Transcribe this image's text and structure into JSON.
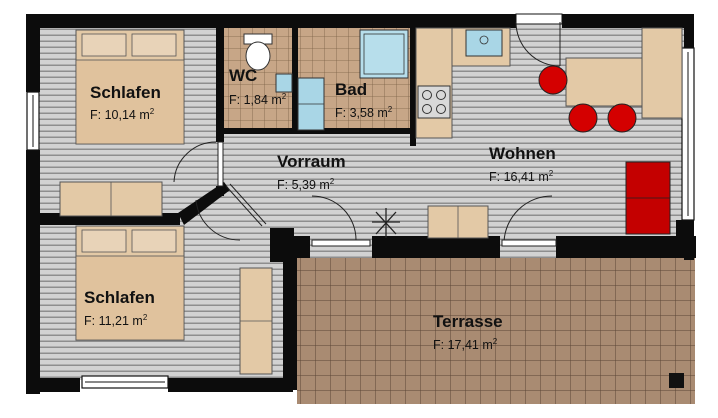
{
  "rooms": [
    {
      "id": "schlafen-1",
      "name": "Schlafen",
      "area": "F:  10,14 m",
      "unit_sup": "2"
    },
    {
      "id": "wc",
      "name": "WC",
      "area": "F: 1,84 m",
      "unit_sup": "2"
    },
    {
      "id": "bad",
      "name": "Bad",
      "area": "F: 3,58 m",
      "unit_sup": "2"
    },
    {
      "id": "vorraum",
      "name": "Vorraum",
      "area": "F:  5,39 m",
      "unit_sup": "2"
    },
    {
      "id": "wohnen",
      "name": "Wohnen",
      "area": "F:  16,41 m",
      "unit_sup": "2"
    },
    {
      "id": "schlafen-2",
      "name": "Schlafen",
      "area": "F:  11,21 m",
      "unit_sup": "2"
    },
    {
      "id": "terrasse",
      "name": "Terrasse",
      "area": "F: 17,41 m",
      "unit_sup": "2"
    }
  ],
  "colors": {
    "wall": "#0c0c0c",
    "floor_plank": "#cfcfcf",
    "floor_stripe": "#9a9a9a",
    "wet_floor": "#c8a98a",
    "terrace": "#a88a70",
    "terrace_grid": "#5e4a3a",
    "furniture": "#e2c8a6",
    "sink": "#a9d6e6",
    "stool": "#d40000",
    "sofa": "#c40000"
  }
}
